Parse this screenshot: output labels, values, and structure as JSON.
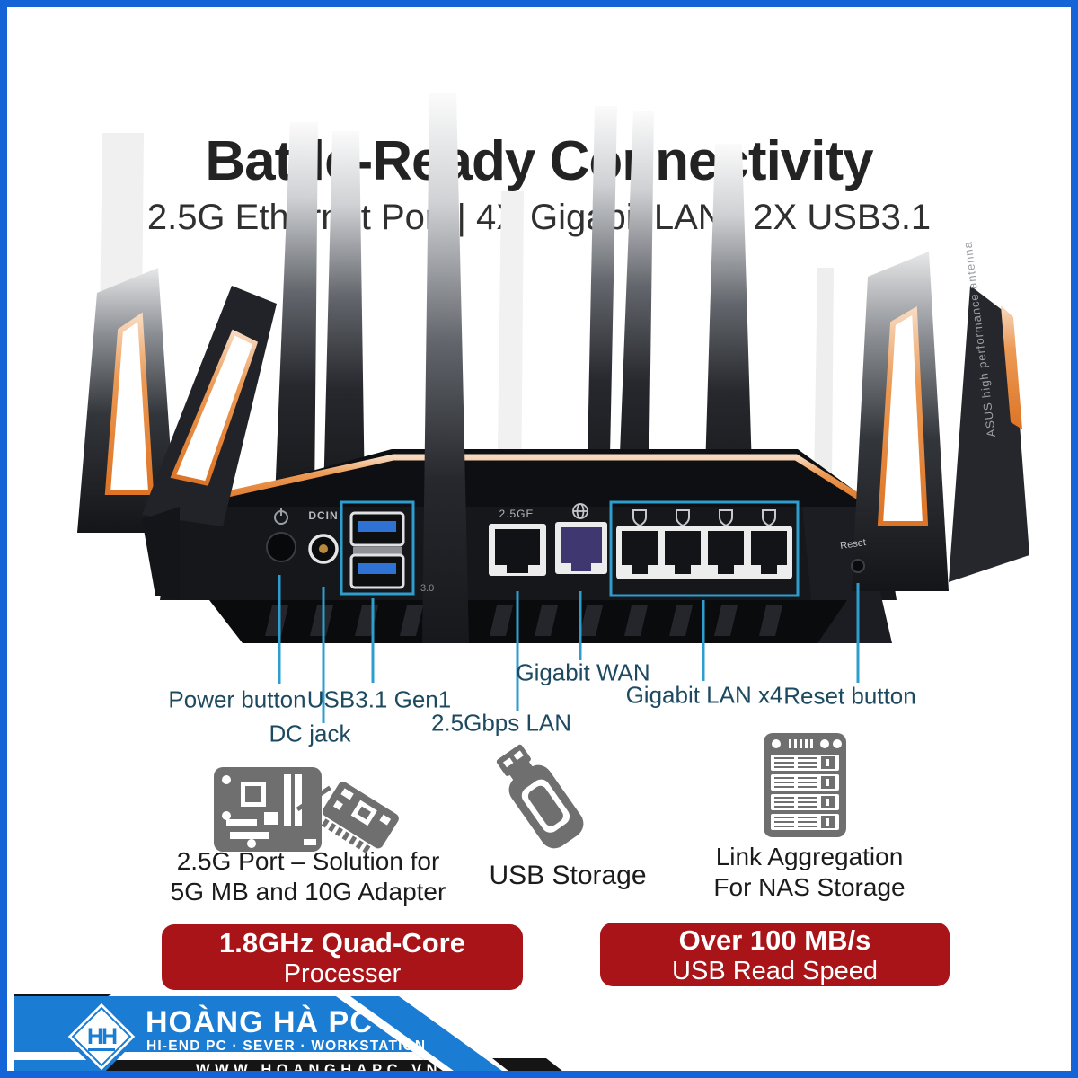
{
  "header": {
    "title": "Battle-Ready Connectivity",
    "subtitle": "2.5G Ethernet Port | 4X Gigabit LAN | 2X USB3.1"
  },
  "router": {
    "markings": {
      "dcin": "DCIN",
      "usb30": "3.0",
      "eth25": "2.5GE",
      "reset": "Reset",
      "antenna_text": "ASUS high performance antenna"
    },
    "callouts": [
      {
        "label": "Power button"
      },
      {
        "label": "USB3.1 Gen1"
      },
      {
        "label": "DC jack"
      },
      {
        "label": "2.5Gbps LAN"
      },
      {
        "label": "Gigabit WAN"
      },
      {
        "label": "Gigabit LAN x4"
      },
      {
        "label": "Reset button"
      }
    ]
  },
  "features": [
    {
      "icon": "motherboard-and-adapter-icon",
      "caption_lines": [
        "2.5G Port – Solution for",
        "5G MB and 10G Adapter"
      ]
    },
    {
      "icon": "usb-drive-icon",
      "caption_lines": [
        "USB Storage"
      ]
    },
    {
      "icon": "nas-server-icon",
      "caption_lines": [
        "Link Aggregation",
        "For NAS Storage"
      ]
    }
  ],
  "banners": [
    {
      "line1": "1.8GHz Quad-Core",
      "line2": "Processer"
    },
    {
      "line1": "Over 100 MB/s",
      "line2": "USB Read Speed"
    }
  ],
  "footer": {
    "brand": "HOÀNG HÀ PC",
    "tagline": "HI-END PC · SEVER · WORKSTATION",
    "website": "WWW.HOANGHAPC.VN",
    "logo_monogram": "HH"
  },
  "colors": {
    "frame_blue": "#1464d8",
    "footer_blue": "#1b7cd4",
    "highlight_blue": "#2e9ecf",
    "callout_text": "#1d4a60",
    "banner_red": "#a81418",
    "accent_orange": "#e07b2e",
    "icon_gray": "#6f6f6f"
  }
}
